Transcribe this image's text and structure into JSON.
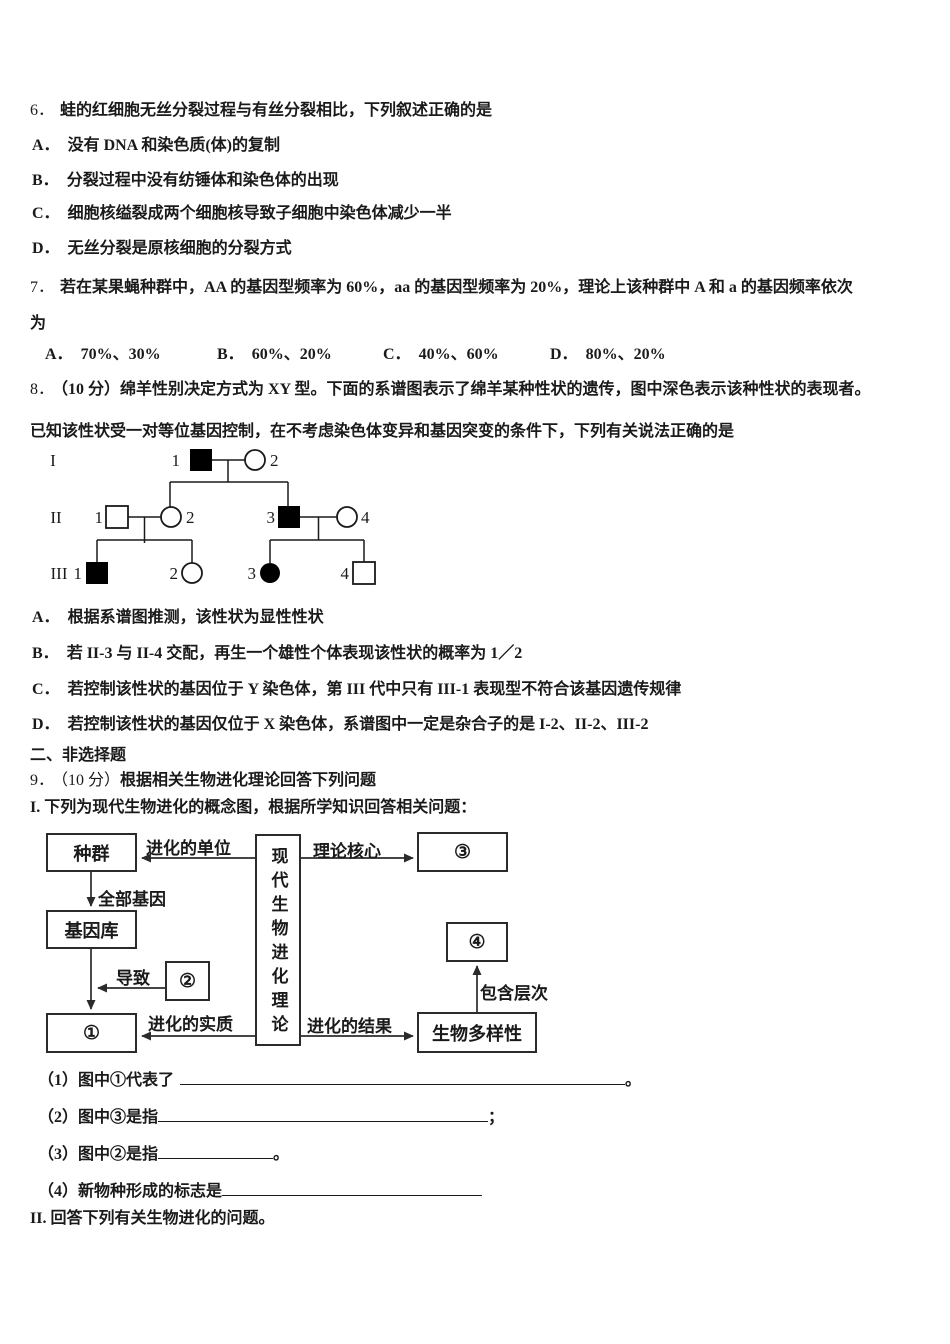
{
  "q6": {
    "number": "6．",
    "stem": "蛙的红细胞无丝分裂过程与有丝分裂相比，下列叙述正确的是",
    "options": [
      {
        "label": "A．",
        "text": "没有 DNA 和染色质(体)的复制"
      },
      {
        "label": "B．",
        "text": "分裂过程中没有纺锤体和染色体的出现"
      },
      {
        "label": "C．",
        "text": "细胞核缢裂成两个细胞核导致子细胞中染色体减少一半"
      },
      {
        "label": "D．",
        "text": "无丝分裂是原核细胞的分裂方式"
      }
    ]
  },
  "q7": {
    "number": "7．",
    "stem_line1": "若在某果蝇种群中，AA 的基因型频率为 60%，aa 的基因型频率为 20%，理论上该种群中 A 和 a 的基因频率依次",
    "stem_line2": "为",
    "options": [
      {
        "label": "A．",
        "text": "70%、30%"
      },
      {
        "label": "B．",
        "text": "60%、20%"
      },
      {
        "label": "C．",
        "text": "40%、60%"
      },
      {
        "label": "D．",
        "text": "80%、20%"
      }
    ]
  },
  "q8": {
    "number": "8．",
    "stem_line1": "（10 分）绵羊性别决定方式为 XY 型。下面的系谱图表示了绵羊某种性状的遗传，图中深色表示该种性状的表现者。",
    "stem_line2": "已知该性状受一对等位基因控制，在不考虑染色体变异和基因突变的条件下，下列有关说法正确的是",
    "pedigree": {
      "generation_labels": {
        "g1": "I",
        "g2": "II",
        "g3": "III"
      },
      "labels": {
        "i1": "1",
        "i2": "2",
        "ii1": "1",
        "ii2": "2",
        "ii3": "3",
        "ii4": "4",
        "iii1": "1",
        "iii2": "2",
        "iii3": "3",
        "iii4": "4"
      },
      "individuals": [
        {
          "gen": "I",
          "num": 1,
          "shape": "square",
          "affected": true
        },
        {
          "gen": "I",
          "num": 2,
          "shape": "circle",
          "affected": false
        },
        {
          "gen": "II",
          "num": 1,
          "shape": "square",
          "affected": false
        },
        {
          "gen": "II",
          "num": 2,
          "shape": "circle",
          "affected": false
        },
        {
          "gen": "II",
          "num": 3,
          "shape": "square",
          "affected": true
        },
        {
          "gen": "II",
          "num": 4,
          "shape": "circle",
          "affected": false
        },
        {
          "gen": "III",
          "num": 1,
          "shape": "square",
          "affected": true
        },
        {
          "gen": "III",
          "num": 2,
          "shape": "circle",
          "affected": false
        },
        {
          "gen": "III",
          "num": 3,
          "shape": "circle",
          "affected": true
        },
        {
          "gen": "III",
          "num": 4,
          "shape": "square",
          "affected": false
        }
      ]
    },
    "options": [
      {
        "label": "A．",
        "text": "根据系谱图推测，该性状为显性性状"
      },
      {
        "label": "B．",
        "text": "若 II-3 与 II-4 交配，再生一个雄性个体表现该性状的概率为 1／2"
      },
      {
        "label": "C．",
        "text": "若控制该性状的基因位于 Y 染色体，第 III 代中只有 III-1 表现型不符合该基因遗传规律"
      },
      {
        "label": "D．",
        "text": "若控制该性状的基因仅位于 X 染色体，系谱图中一定是杂合子的是 I-2、II-2、III-2"
      }
    ]
  },
  "section2": {
    "title": "二、非选择题"
  },
  "q9": {
    "number": "9．",
    "points": "（10 分）",
    "title": "根据相关生物进化理论回答下列问题",
    "part1_heading": "I. 下列为现代生物进化的概念图，根据所学知识回答相关问题：",
    "diagram": {
      "center": "现代生物进化理论",
      "boxes": {
        "population": "种群",
        "gene_pool": "基因库",
        "box1": "①",
        "box2": "②",
        "box3": "③",
        "box4": "④",
        "biodiversity": "生物多样性"
      },
      "arrow_labels": {
        "unit": "进化的单位",
        "core": "理论核心",
        "all_genes": "全部基因",
        "leads_to": "导致",
        "essence": "进化的实质",
        "result": "进化的结果",
        "levels": "包含层次"
      }
    },
    "blanks": [
      {
        "prefix": "（1）图中①代表了",
        "suffix": "。"
      },
      {
        "prefix": "（2）图中③是指",
        "suffix": "；"
      },
      {
        "prefix": "（3）图中②是指",
        "suffix": "。"
      },
      {
        "prefix": "（4）新物种形成的标志是",
        "suffix": ""
      }
    ],
    "part2_heading": "II. 回答下列有关生物进化的问题。"
  }
}
